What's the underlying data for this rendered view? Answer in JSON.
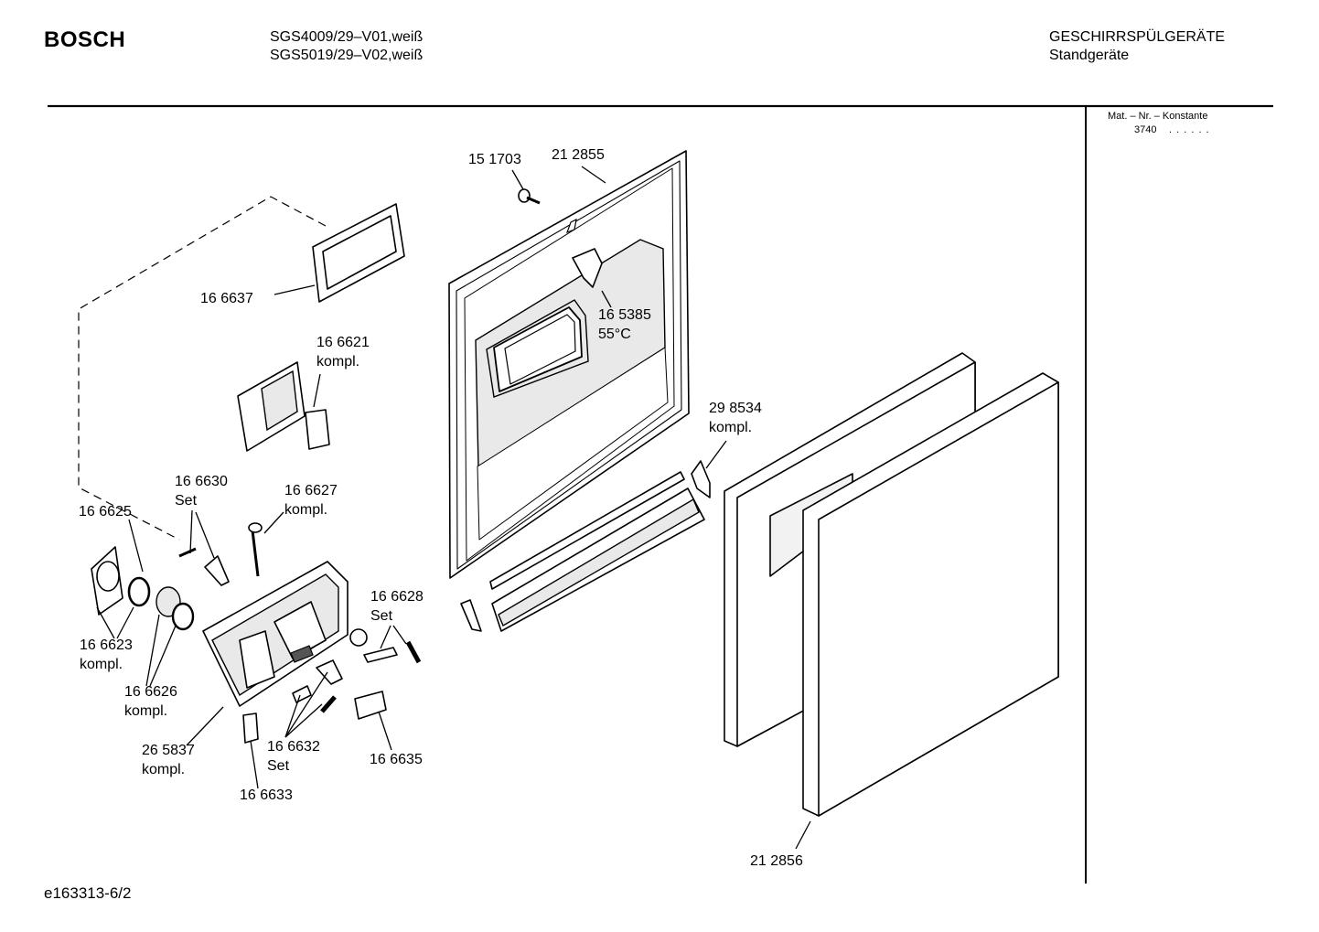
{
  "header": {
    "brand": "BOSCH",
    "models": [
      "SGS4009/29–V01,weiß",
      "SGS5019/29–V02,weiß"
    ],
    "category": "GESCHIRRSPÜLGERÄTE",
    "subcategory": "Standgeräte"
  },
  "sidebar": {
    "title": "Mat. – Nr. – Konstante",
    "value": "3740",
    "dots": ". . . . . ."
  },
  "footer": {
    "code": "e163313-6/2"
  },
  "parts": [
    {
      "lines": [
        "15 1703"
      ]
    },
    {
      "lines": [
        "21 2855"
      ]
    },
    {
      "lines": [
        "16 6637"
      ]
    },
    {
      "lines": [
        "16 5385",
        "55°C"
      ]
    },
    {
      "lines": [
        "16 6621",
        "kompl."
      ]
    },
    {
      "lines": [
        "29 8534",
        "kompl."
      ]
    },
    {
      "lines": [
        "16 6630",
        "Set"
      ]
    },
    {
      "lines": [
        "16 6627",
        "kompl."
      ]
    },
    {
      "lines": [
        "16 6625"
      ]
    },
    {
      "lines": [
        "16 6628",
        "Set"
      ]
    },
    {
      "lines": [
        "16 6623",
        "kompl."
      ]
    },
    {
      "lines": [
        "16 6626",
        "kompl."
      ]
    },
    {
      "lines": [
        "26 5837",
        "kompl."
      ]
    },
    {
      "lines": [
        "16 6632",
        "Set"
      ]
    },
    {
      "lines": [
        "16 6635"
      ]
    },
    {
      "lines": [
        "16 6633"
      ]
    },
    {
      "lines": [
        "21 2856"
      ]
    }
  ]
}
